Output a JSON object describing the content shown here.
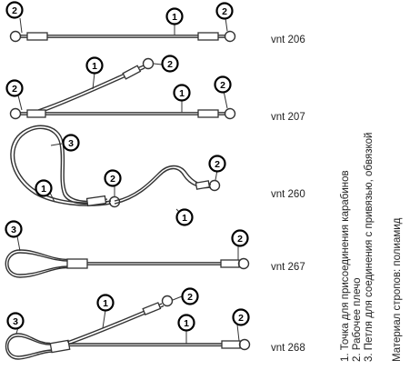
{
  "diagram": {
    "models": [
      {
        "id": "vnt206",
        "label": "vnt 206"
      },
      {
        "id": "vnt207",
        "label": "vnt 207"
      },
      {
        "id": "vnt260",
        "label": "vnt 260"
      },
      {
        "id": "vnt267",
        "label": "vnt 267"
      },
      {
        "id": "vnt268",
        "label": "vnt 268"
      }
    ],
    "badges": {
      "one": "1",
      "two": "2",
      "three": "3"
    },
    "legend": {
      "item1": "1. Точка для присоединения карабинов",
      "item2": "2. Рабочее плечо",
      "item3": "3. Петля для соединения с привязью, обвязкой",
      "material": "Материал стропов: полиамид"
    }
  }
}
